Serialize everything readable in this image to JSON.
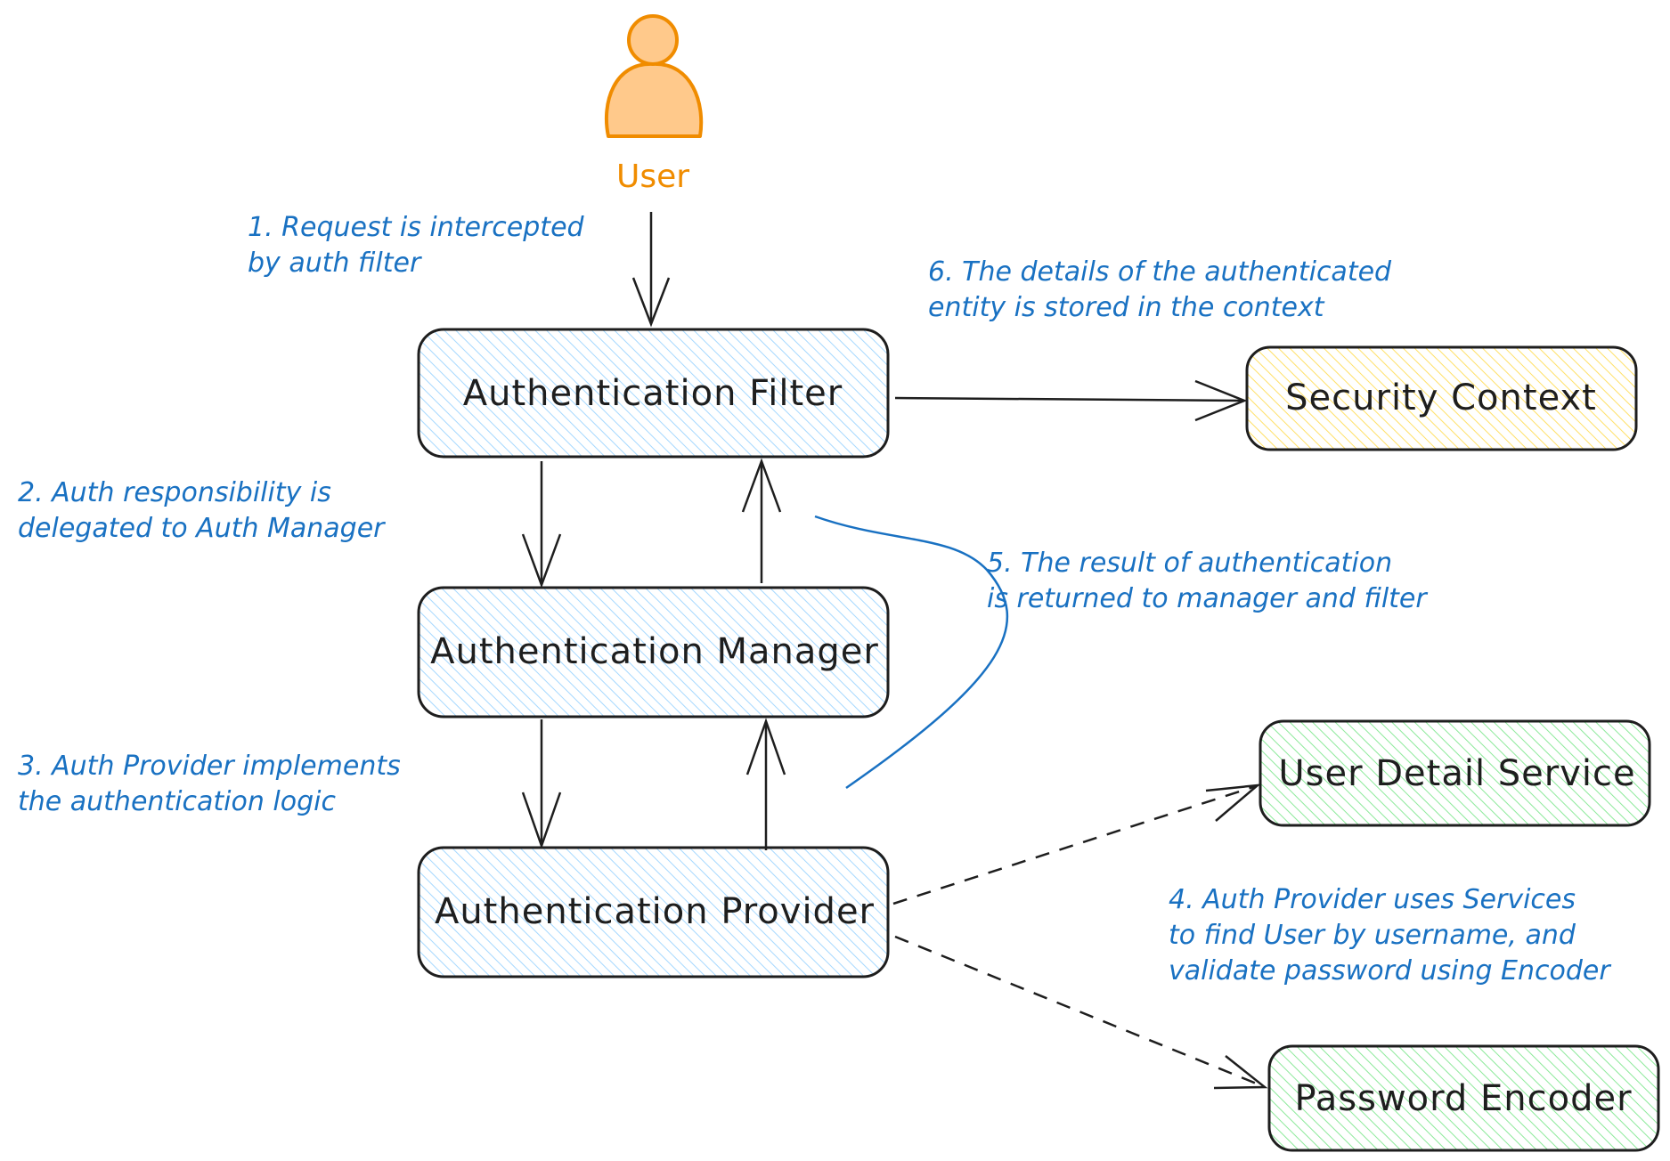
{
  "colors": {
    "stroke": "#1e1e1e",
    "note": "#1971c2",
    "user": "#f08c00",
    "user_fill": "#ffc98b",
    "blue_fill": "#a5d8ff",
    "yellow_fill": "#ffec99",
    "green_fill": "#b2f2bb"
  },
  "user": {
    "label": "User",
    "icon": "person-icon"
  },
  "boxes": {
    "filter": "Authentication Filter",
    "manager": "Authentication Manager",
    "provider": "Authentication Provider",
    "security_context": "Security Context",
    "user_detail_service": "User Detail Service",
    "password_encoder": "Password Encoder"
  },
  "notes": {
    "step1": [
      "1. Request is intercepted",
      "by auth filter"
    ],
    "step2": [
      "2. Auth responsibility is",
      "delegated to Auth Manager"
    ],
    "step3": [
      "3. Auth Provider implements",
      "the authentication logic"
    ],
    "step4": [
      "4. Auth Provider uses Services",
      "to find User by username, and",
      "validate password using Encoder"
    ],
    "step5": [
      "5. The result of authentication",
      "is returned to manager and filter"
    ],
    "step6": [
      "6. The details of the authenticated",
      "entity is stored in the context"
    ]
  }
}
